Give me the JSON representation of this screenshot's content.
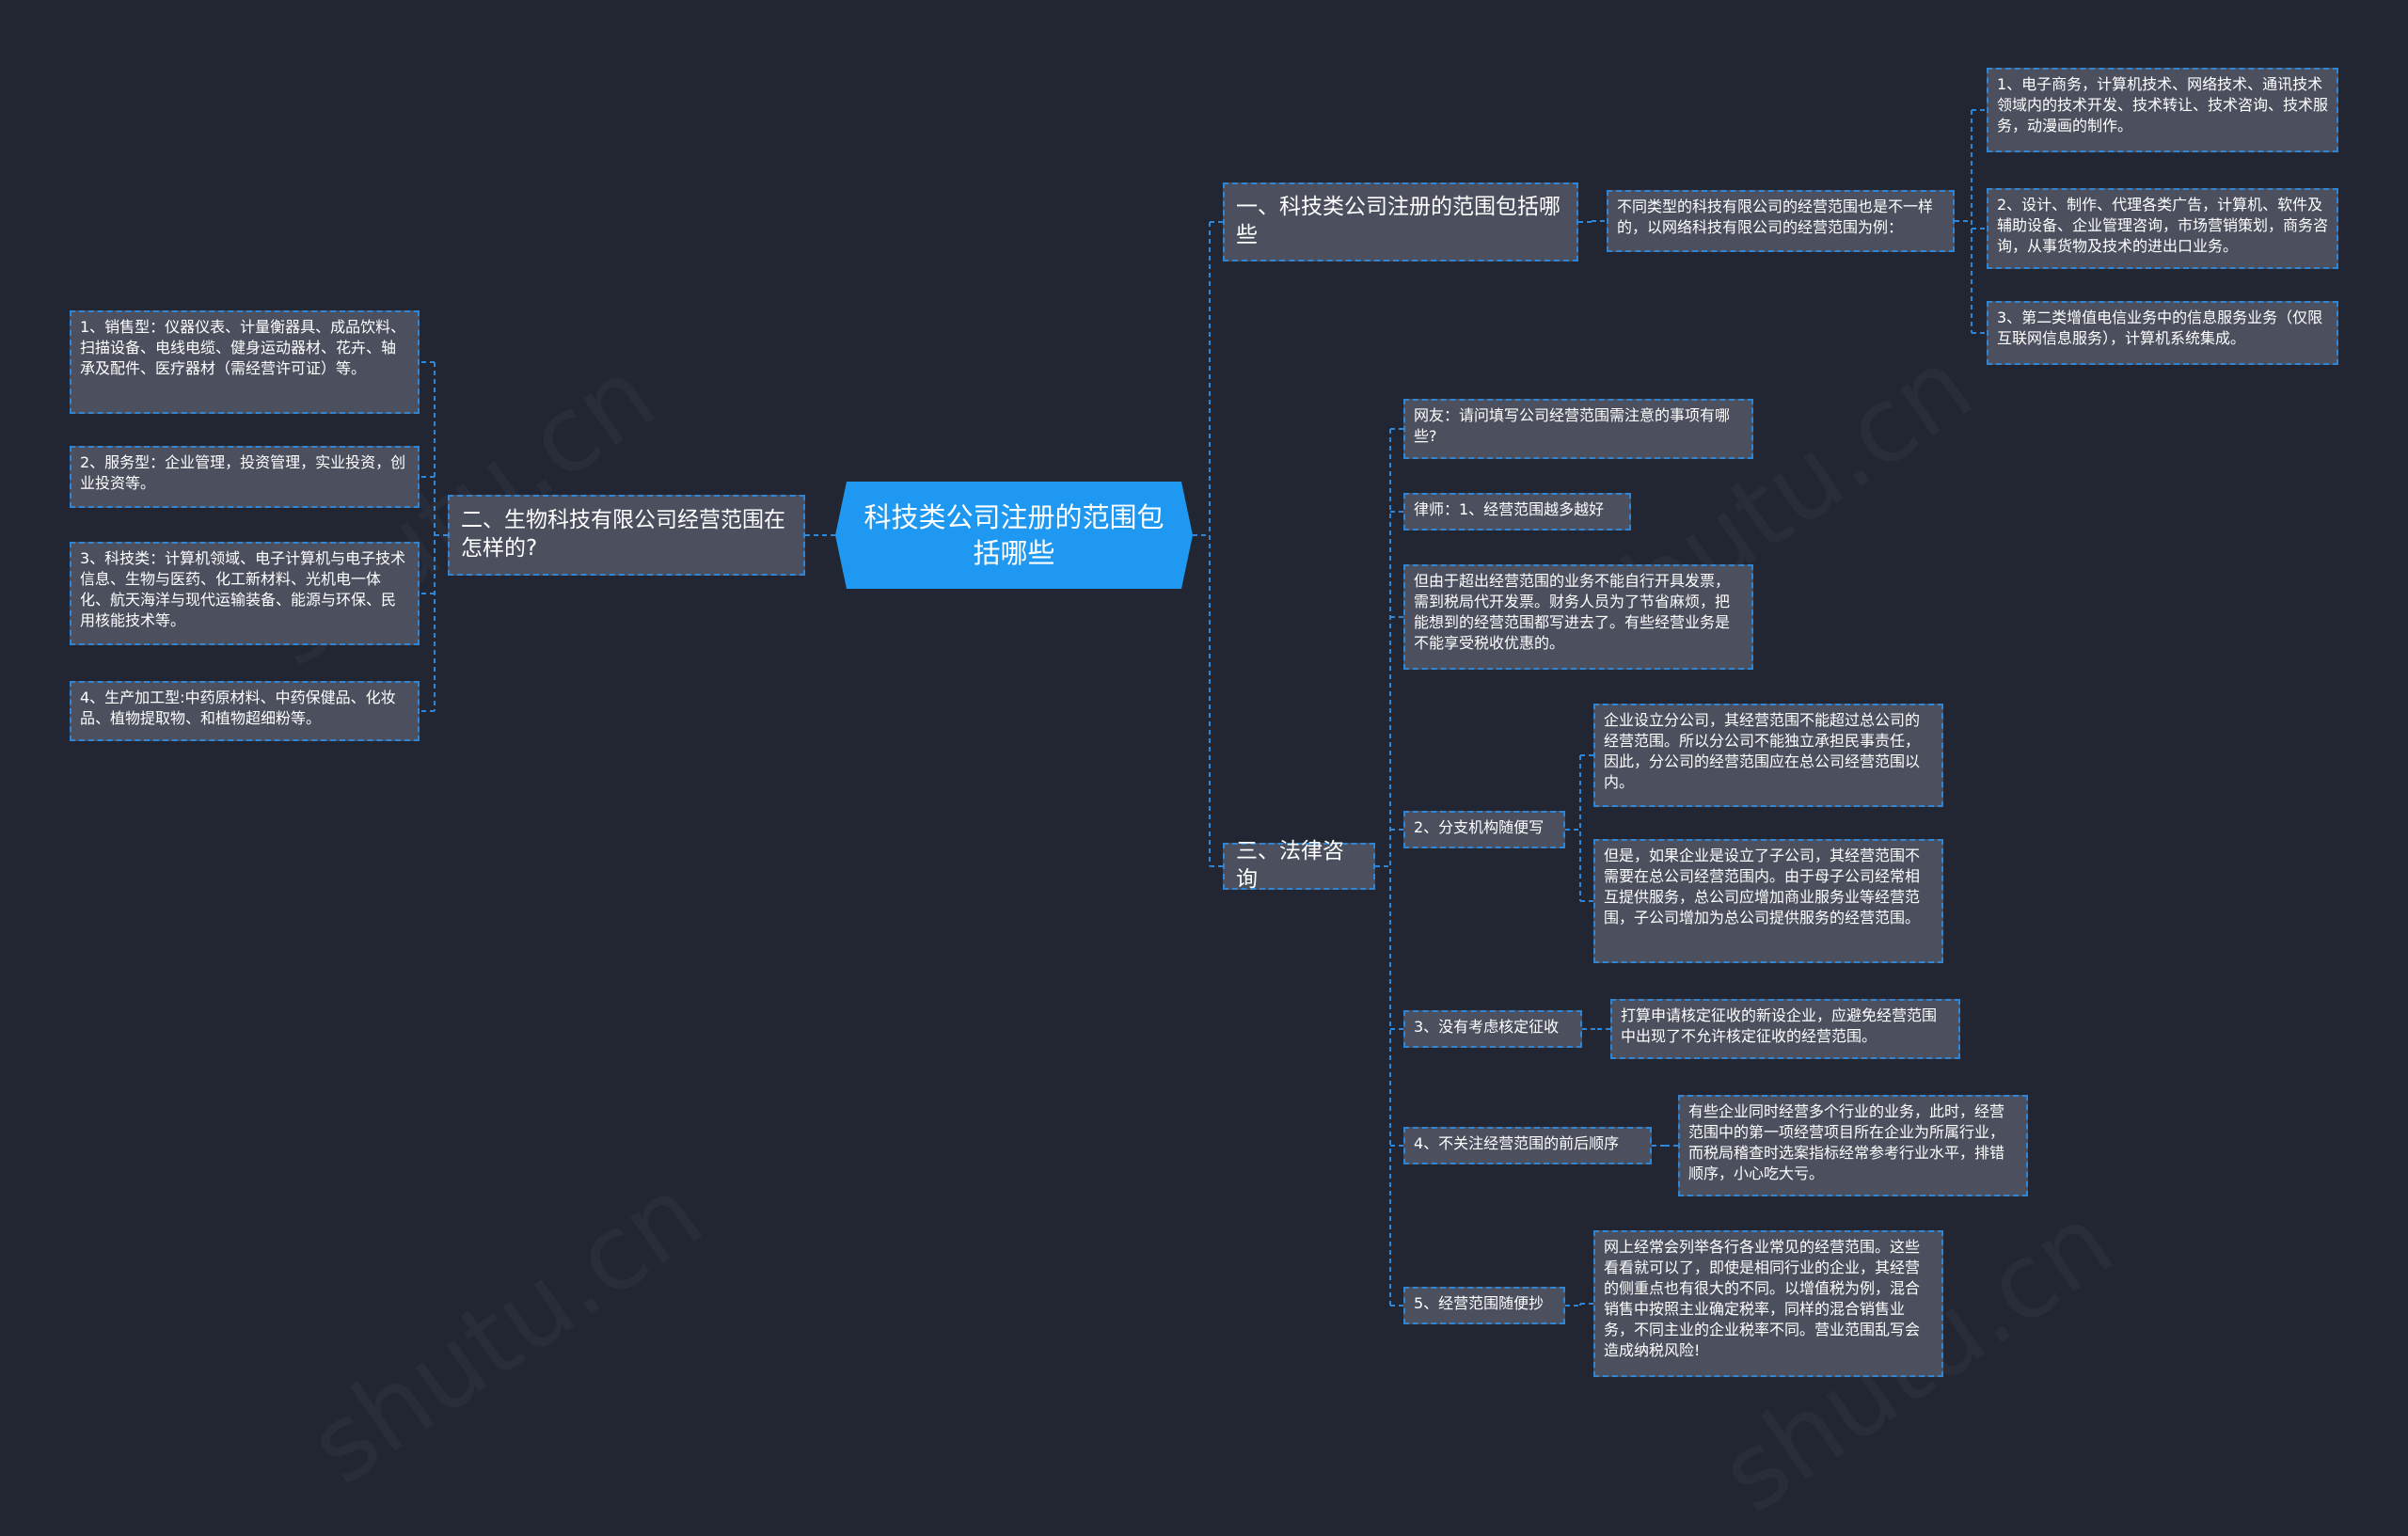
{
  "root": {
    "label": "科技类公司注册的范围包括哪些"
  },
  "nodes": {
    "b1": "一、科技类公司注册的范围包括哪些",
    "b1_intro": "不同类型的科技有限公司的经营范围也是不一样的，以网络科技有限公司的经营范围为例：",
    "b1_i1": "1、电子商务，计算机技术、网络技术、通讯技术领域内的技术开发、技术转让、技术咨询、技术服务，动漫画的制作。",
    "b1_i2": "2、设计、制作、代理各类广告，计算机、软件及辅助设备、企业管理咨询，市场营销策划，商务咨询，从事货物及技术的进出口业务。",
    "b1_i3": "3、第二类增值电信业务中的信息服务业务（仅限互联网信息服务），计算机系统集成。",
    "b2": "二、生物科技有限公司经营范围在怎样的?",
    "b2_i1": "1、销售型：仪器仪表、计量衡器具、成品饮料、扫描设备、电线电缆、健身运动器材、花卉、轴承及配件、医疗器材（需经营许可证）等。",
    "b2_i2": "2、服务型：企业管理，投资管理，实业投资，创业投资等。",
    "b2_i3": "3、科技类：计算机领域、电子计算机与电子技术信息、生物与医药、化工新材料、光机电一体化、航天海洋与现代运输装备、能源与环保、民用核能技术等。",
    "b2_i4": "4、生产加工型:中药原材料、中药保健品、化妆品、植物提取物、和植物超细粉等。",
    "b3": "三、法律咨询",
    "b3_q": "网友：请问填写公司经营范围需注意的事项有哪些?",
    "b3_a1": "律师：1、经营范围越多越好",
    "b3_a1_text": "但由于超出经营范围的业务不能自行开具发票，需到税局代开发票。财务人员为了节省麻烦，把能想到的经营范围都写进去了。有些经营业务是不能享受税收优惠的。",
    "b3_a2": "2、分支机构随便写",
    "b3_a2_t1": "企业设立分公司，其经营范围不能超过总公司的经营范围。所以分公司不能独立承担民事责任，因此，分公司的经营范围应在总公司经营范围以内。",
    "b3_a2_t2": "但是，如果企业是设立了子公司，其经营范围不需要在总公司经营范围内。由于母子公司经常相互提供服务，总公司应增加商业服务业等经营范围，子公司增加为总公司提供服务的经营范围。",
    "b3_a3": "3、没有考虑核定征收",
    "b3_a3_text": "打算申请核定征收的新设企业，应避免经营范围中出现了不允许核定征收的经营范围。",
    "b3_a4": "4、不关注经营范围的前后顺序",
    "b3_a4_text": "有些企业同时经营多个行业的业务，此时，经营范围中的第一项经营项目所在企业为所属行业，而税局稽查时选案指标经常参考行业水平，排错顺序，小心吃大亏。",
    "b3_a5": "5、经营范围随便抄",
    "b3_a5_text": "网上经常会列举各行各业常见的经营范围。这些看看就可以了，即使是相同行业的企业，其经营的侧重点也有很大的不同。以增值税为例，混合销售中按照主业确定税率，同样的混合销售业务，不同主业的企业税率不同。营业范围乱写会造成纳税风险!"
  },
  "colors": {
    "background": "#222632",
    "root": "#1e98f0",
    "node": "#4b4f5e",
    "line": "#2f86d6",
    "text": "#ffffff"
  }
}
